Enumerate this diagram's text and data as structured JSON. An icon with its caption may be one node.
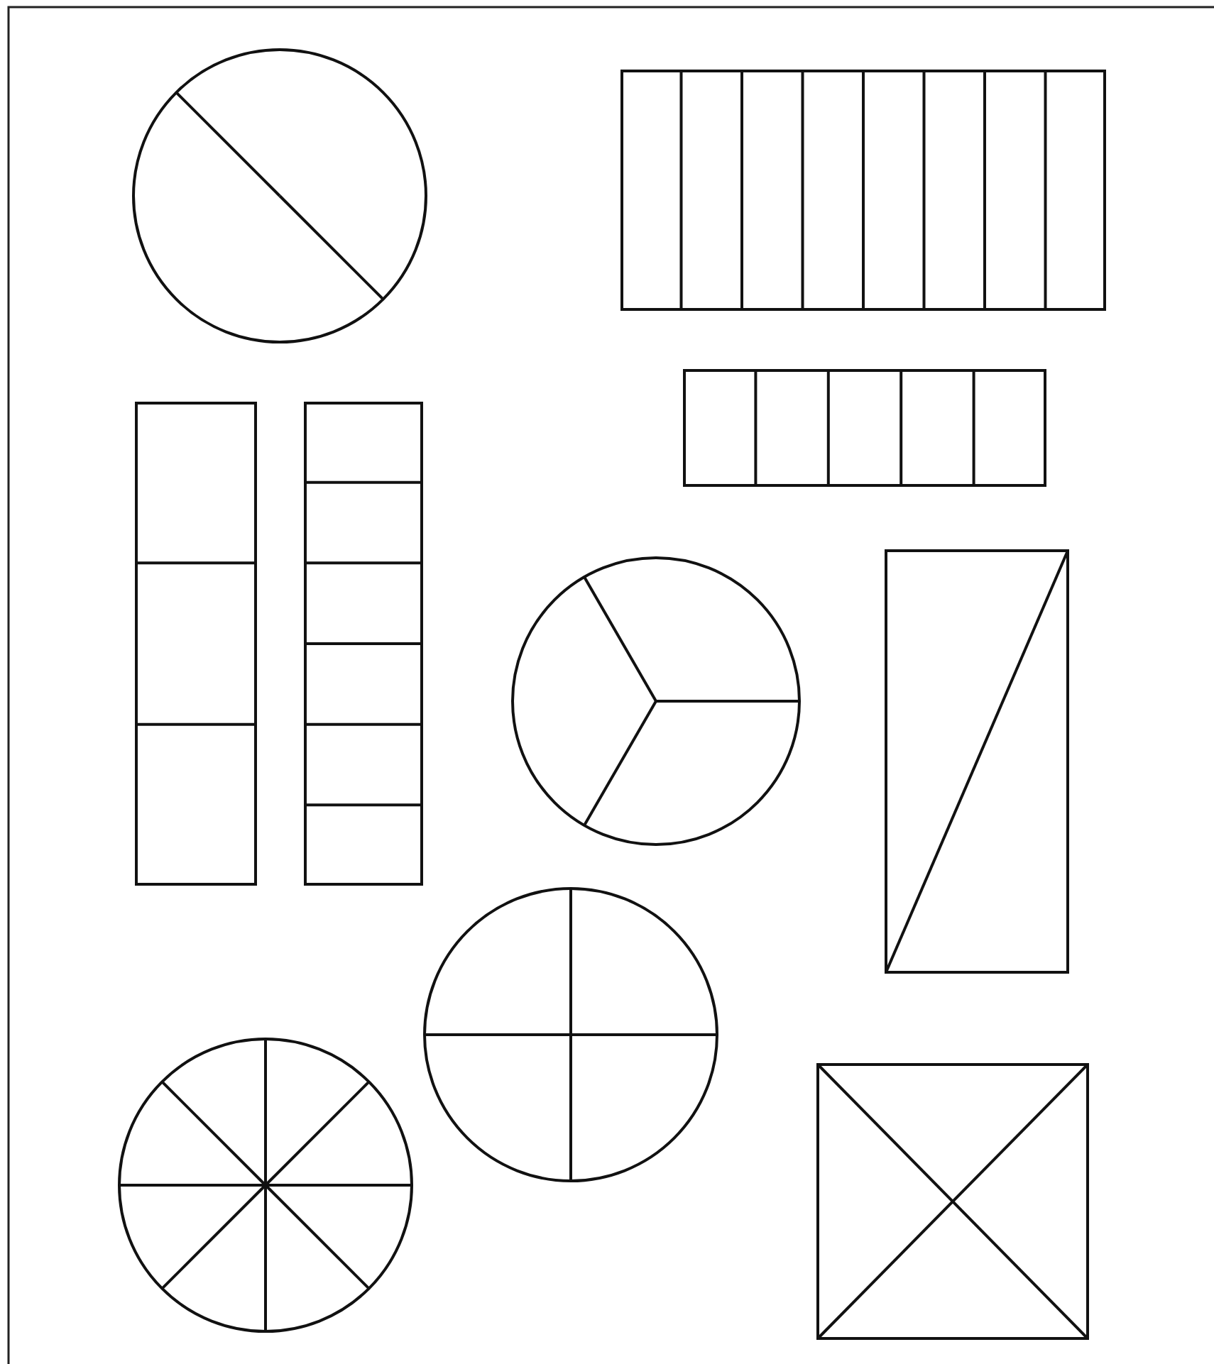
{
  "diagram": {
    "nodes": [
      {
        "text": [],
        "shape": "circle"
      },
      {
        "text": [],
        "shape": "box"
      },
      {
        "text": [],
        "shape": "box"
      },
      {
        "text": [],
        "shape": "box"
      },
      {
        "text": [],
        "shape": "box"
      },
      {
        "text": [],
        "shape": "circle"
      },
      {
        "text": [],
        "shape": "box"
      },
      {
        "text": [],
        "shape": "circle"
      },
      {
        "text": [],
        "shape": "circle"
      },
      {
        "text": [],
        "shape": "box"
      }
    ]
  }
}
